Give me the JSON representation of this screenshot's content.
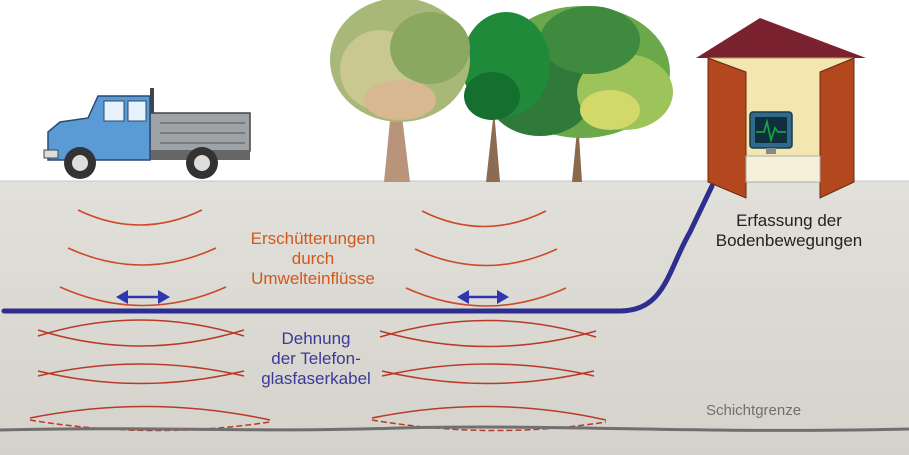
{
  "labels": {
    "vibrations": [
      "Erschütterungen",
      "durch",
      "Umwelteinflüsse"
    ],
    "strain": [
      "Dehnung",
      "der Telefon-",
      "glasfaserkabel"
    ],
    "capture": [
      "Erfassung der",
      "Bodenbewegungen"
    ],
    "boundary": "Schichtgrenze"
  },
  "colors": {
    "ground": "#dcdad4",
    "wave": "#cc4a2a",
    "cable": "#2e2e8e",
    "arrow": "#2e36b0",
    "label_vibrations": "#d2581e",
    "label_strain": "#3a3a9a",
    "boundary_line": "#707070",
    "boundary_text": "#707070",
    "hut_wall": "#f3e6b0",
    "hut_roof": "#7a2230",
    "hut_door": "#b3471e",
    "truck_cab": "#5b9bd5",
    "truck_bed": "#9ea3a8",
    "monitor_trace": "#1aa040"
  },
  "icons": [
    "truck-icon",
    "trees-icon",
    "hut-icon",
    "monitor-icon",
    "double-arrow-icon"
  ]
}
